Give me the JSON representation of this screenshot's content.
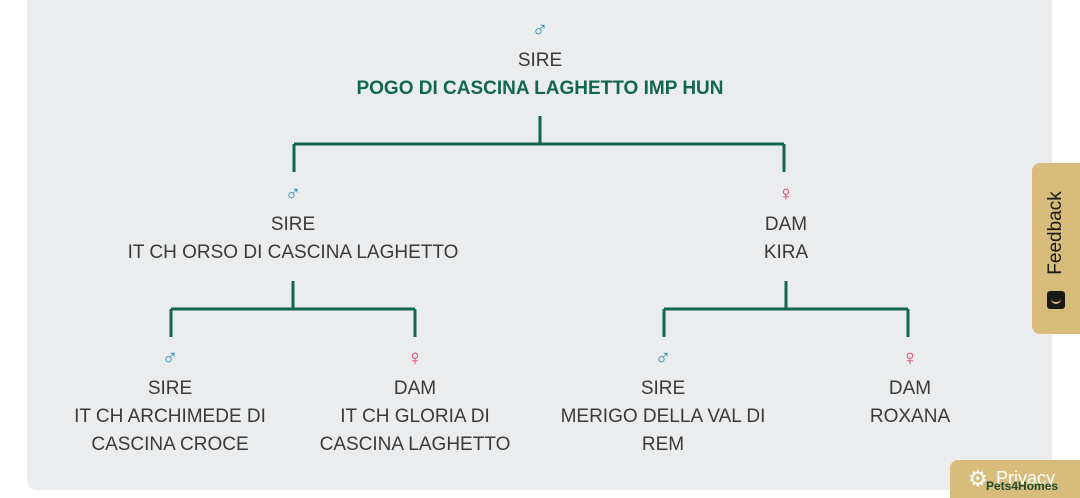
{
  "symbols": {
    "male": "♂",
    "female": "♀"
  },
  "colors": {
    "line": "#11674f",
    "male": "#2b8fb0",
    "female": "#e0356d",
    "panel": "#ebeced",
    "accent": "#d8bc7b"
  },
  "root": {
    "role": "SIRE",
    "name": "POGO DI CASCINA LAGHETTO IMP HUN"
  },
  "gen1": {
    "sire": {
      "role": "SIRE",
      "name": "IT CH ORSO DI CASCINA LAGHETTO"
    },
    "dam": {
      "role": "DAM",
      "name": "KIRA"
    }
  },
  "gen2": {
    "sire_sire": {
      "role": "SIRE",
      "line1": "IT CH ARCHIMEDE DI",
      "line2": "CASCINA CROCE"
    },
    "sire_dam": {
      "role": "DAM",
      "line1": "IT CH GLORIA DI",
      "line2": "CASCINA LAGHETTO"
    },
    "dam_sire": {
      "role": "SIRE",
      "line1": "MERIGO DELLA VAL DI",
      "line2": "REM"
    },
    "dam_dam": {
      "role": "DAM",
      "line1": "ROXANA",
      "line2": ""
    }
  },
  "feedback": {
    "label": "Feedback",
    "icon": "smile-icon"
  },
  "privacy": {
    "label": "Privacy",
    "brand": "Pets4Homes",
    "icon": "gear-icon"
  }
}
